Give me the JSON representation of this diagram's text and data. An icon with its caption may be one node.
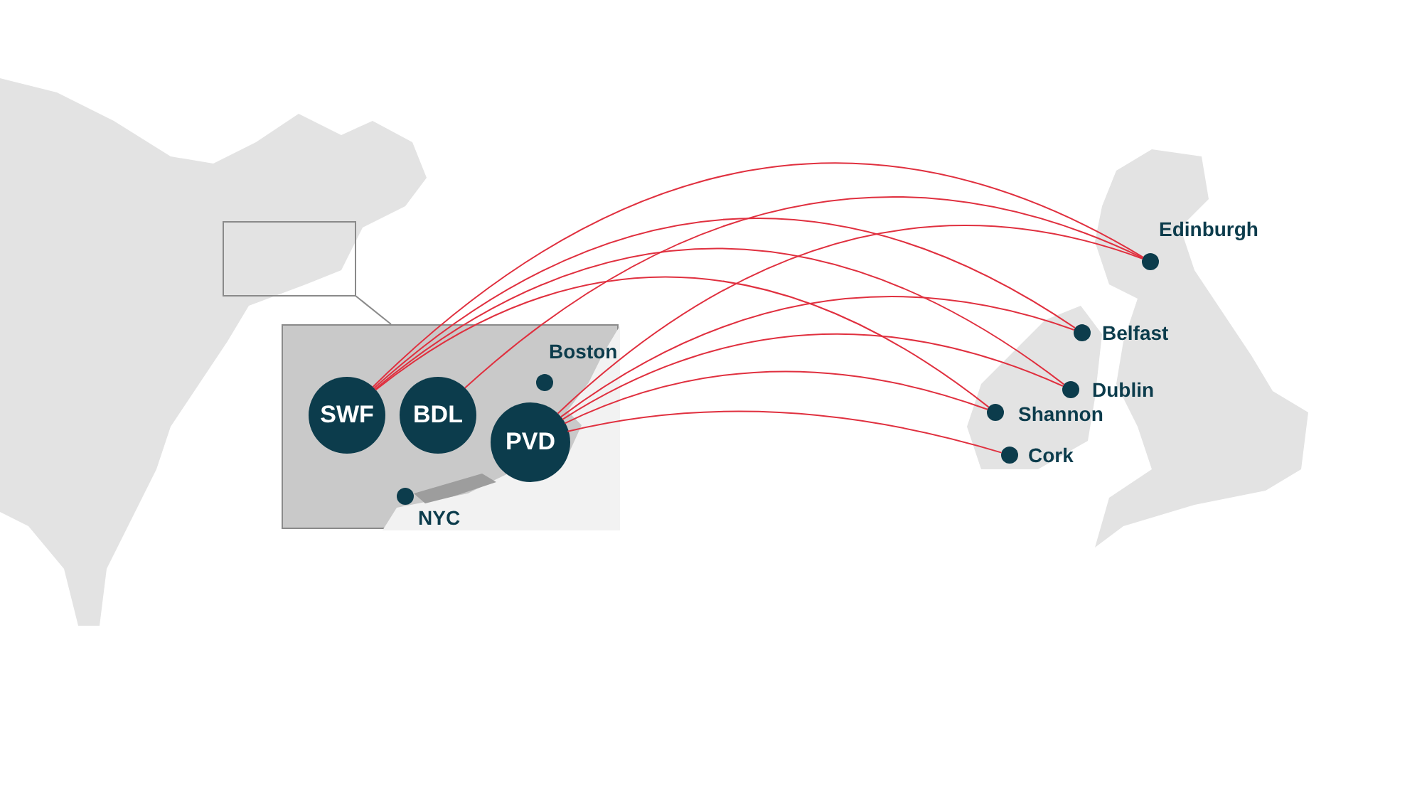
{
  "diagram": {
    "nodes": [
      {
        "text": [],
        "shape": "box"
      },
      {
        "text": [
          "SWF"
        ],
        "in": 0
      },
      {
        "text": [
          "BDL"
        ],
        "in": 0
      },
      {
        "text": [
          "PVD"
        ],
        "in": 0
      },
      {
        "text": [],
        "shape": "circle",
        "in": 0,
        "beside": [
          "Boston"
        ]
      },
      {
        "text": [],
        "shape": "circle",
        "in": 0,
        "beside": [
          "NYC"
        ]
      },
      {
        "text": [],
        "shape": "circle",
        "beside": [
          "Edinburgh"
        ]
      },
      {
        "text": [],
        "shape": "circle",
        "beside": [
          "Belfast"
        ]
      },
      {
        "text": [],
        "shape": "circle",
        "beside": [
          "Dublin"
        ]
      },
      {
        "text": [],
        "shape": "circle",
        "beside": [
          "Shannon"
        ]
      },
      {
        "text": [],
        "shape": "circle",
        "beside": [
          "Cork"
        ]
      }
    ],
    "edges": [
      {
        "from": 1,
        "to": 6,
        "arrow": "none"
      },
      {
        "from": 1,
        "to": 7,
        "arrow": "none"
      },
      {
        "from": 1,
        "to": 8,
        "arrow": "none"
      },
      {
        "from": 1,
        "to": 9,
        "arrow": "none"
      },
      {
        "from": 2,
        "to": 6,
        "arrow": "none"
      },
      {
        "from": 3,
        "to": 6,
        "arrow": "none"
      },
      {
        "from": 3,
        "to": 7,
        "arrow": "none"
      },
      {
        "from": 3,
        "to": 8,
        "arrow": "none"
      },
      {
        "from": 3,
        "to": 9,
        "arrow": "none"
      },
      {
        "from": 3,
        "to": 10,
        "arrow": "none"
      }
    ]
  }
}
